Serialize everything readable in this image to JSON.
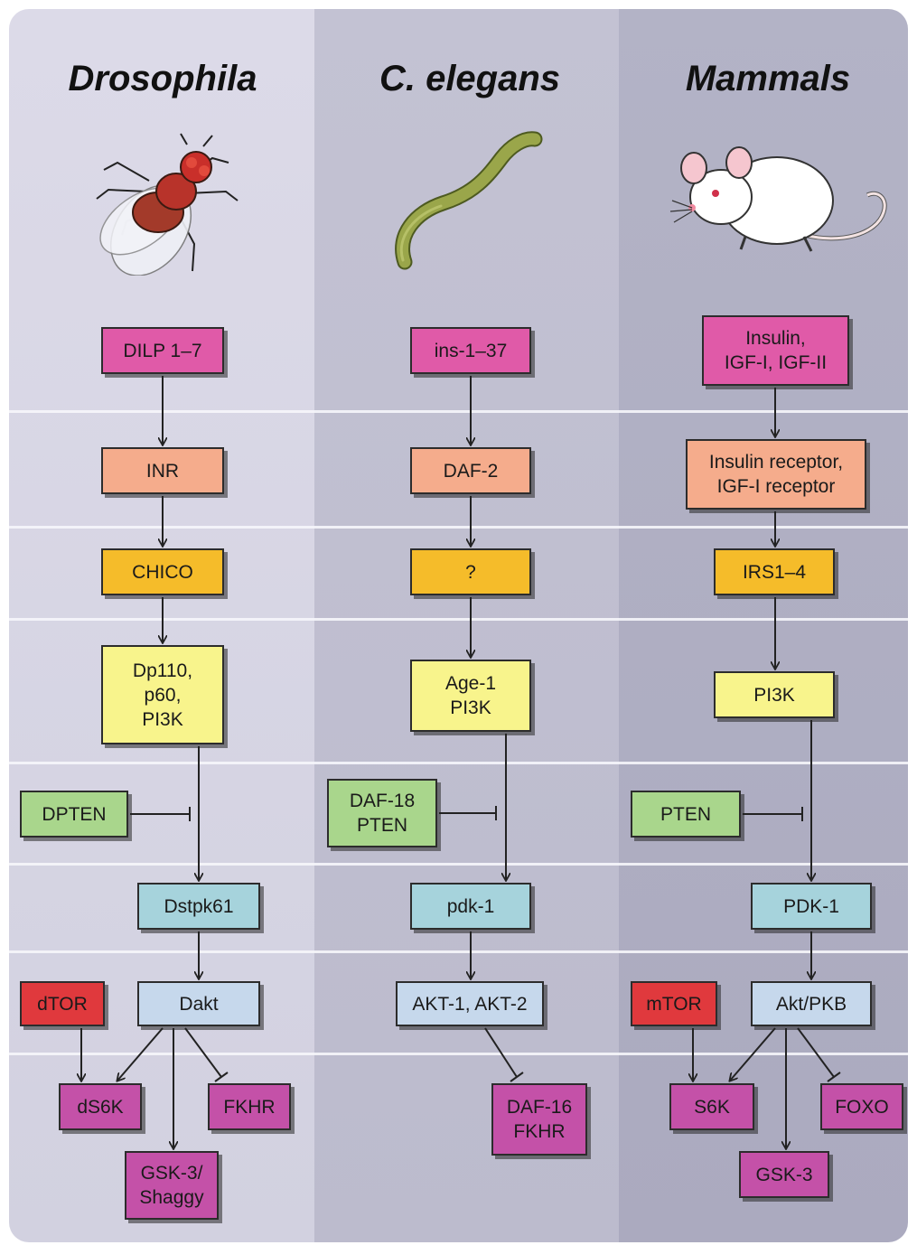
{
  "columns": [
    {
      "title": "Drosophila",
      "animal": "fruit-fly"
    },
    {
      "title": "C. elegans",
      "animal": "nematode-worm"
    },
    {
      "title": "Mammals",
      "animal": "mouse"
    }
  ],
  "colors": {
    "ligand": "#e05aa8",
    "receptor": "#f5ac8c",
    "substrate": "#f5bc2a",
    "pi3k": "#f8f48c",
    "pten": "#a9d68c",
    "pdk": "#a6d3dc",
    "akt": "#c6d8ec",
    "tor": "#e0393d",
    "target": "#c451a8"
  },
  "nodes": {
    "dilp": "DILP 1–7",
    "inr": "INR",
    "chico": "CHICO",
    "dp110": "Dp110,\np60,\nPI3K",
    "dpten": "DPTEN",
    "dstpk61": "Dstpk61",
    "dakt": "Dakt",
    "dtor": "dTOR",
    "ds6k": "dS6K",
    "fkhr": "FKHR",
    "gsk3_shaggy": "GSK-3/\nShaggy",
    "ins": "ins-1–37",
    "daf2": "DAF-2",
    "unknown": "?",
    "age1": "Age-1\nPI3K",
    "daf18": "DAF-18\nPTEN",
    "pdk1_worm": "pdk-1",
    "akt12": "AKT-1, AKT-2",
    "daf16": "DAF-16\nFKHR",
    "insulin": "Insulin,\nIGF-I, IGF-II",
    "ins_receptor": "Insulin receptor,\nIGF-I receptor",
    "irs": "IRS1–4",
    "pi3k": "PI3K",
    "pten": "PTEN",
    "pdk1": "PDK-1",
    "akt_pkb": "Akt/PKB",
    "mtor": "mTOR",
    "s6k": "S6K",
    "foxo": "FOXO",
    "gsk3": "GSK-3"
  }
}
